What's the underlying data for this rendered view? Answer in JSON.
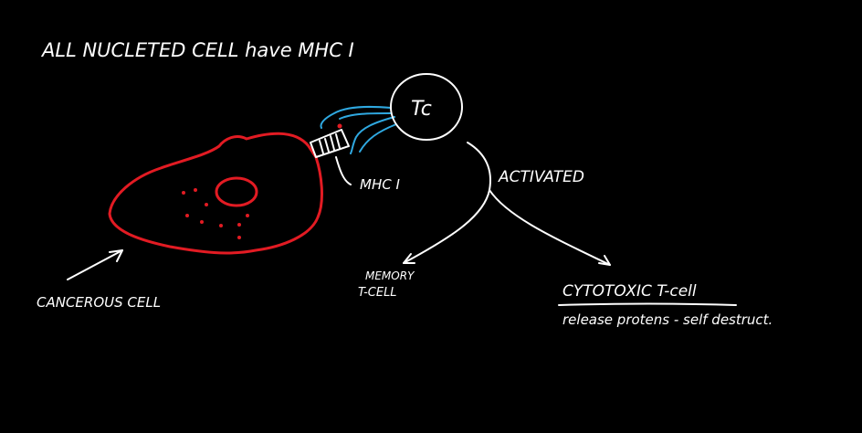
{
  "colors": {
    "background": "#000000",
    "ink": "#ffffff",
    "cell_outline": "#e21b23",
    "receptor": "#2fa8e0"
  },
  "heading": "ALL NUCLETED CELL have MHC I",
  "tc_cell_label": "Tc",
  "mhc_label": "MHC I",
  "activated_label": "ACTIVATED",
  "cancerous_cell_label": "CANCEROUS CELL",
  "memory_label": {
    "line1": "MEMORY",
    "line2": "T-CELL"
  },
  "cytotoxic_label": "CYTOTOXIC T-cell",
  "cytotoxic_note": "release protens - self destruct."
}
